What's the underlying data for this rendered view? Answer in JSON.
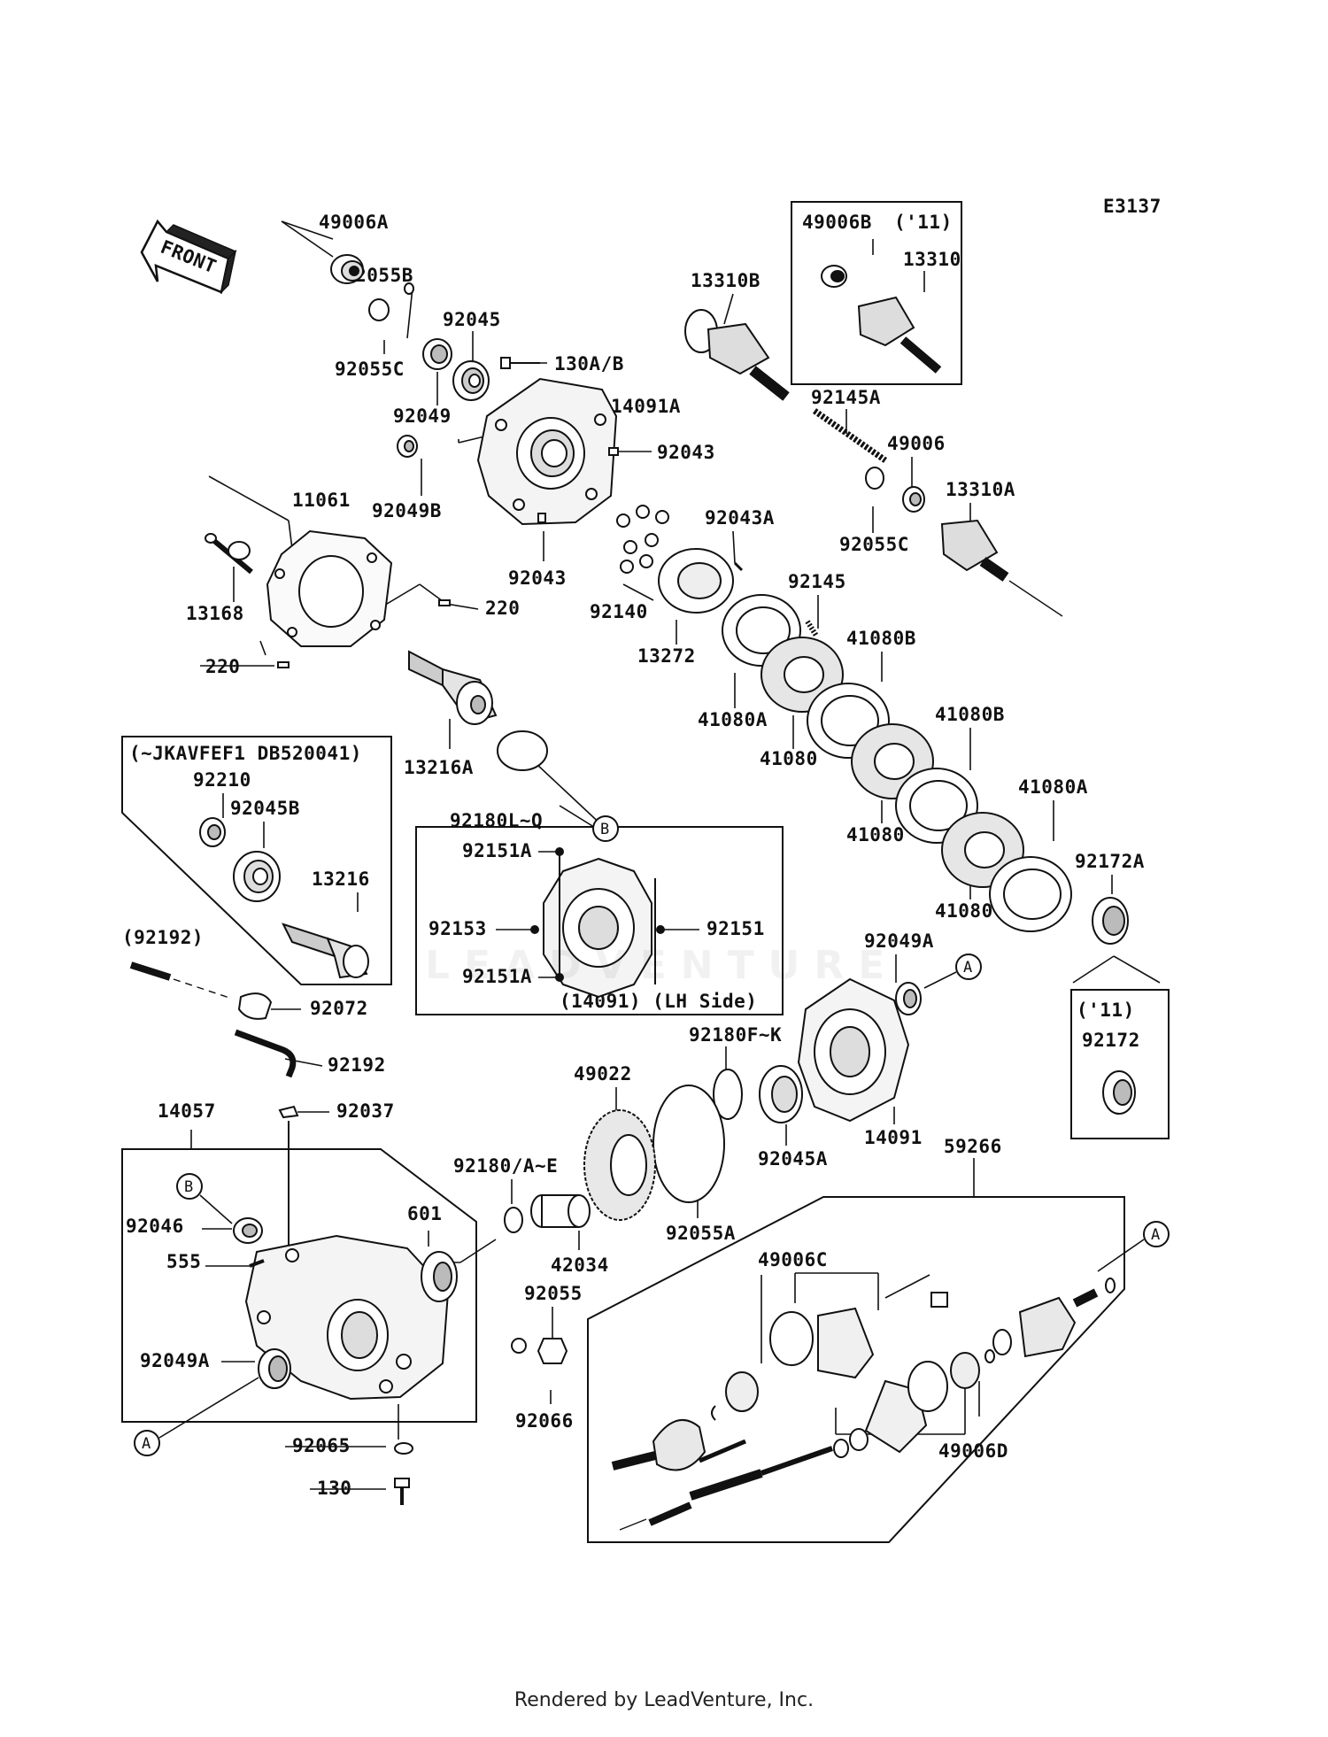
{
  "diagram_id": "E3137",
  "front_label": "FRONT",
  "footer": "Rendered by LeadVenture, Inc.",
  "watermark": "LEADVENTURE",
  "callouts": {
    "A": "A",
    "B": "B"
  },
  "boxes": {
    "serial_box_title": "(~JKAVFEF1 DB520041)",
    "lh_side_caption": "(14091) (LH Side)",
    "top_right_note": "('11)",
    "right_note": "('11)"
  },
  "parts": {
    "p49006A": "49006A",
    "p92055B": "92055B",
    "p92045": "92045",
    "p130AB": "130A/B",
    "p92055C_a": "92055C",
    "p92049": "92049",
    "p14091A": "14091A",
    "p92043_a": "92043",
    "p92049B": "92049B",
    "p92043_b": "92043",
    "p11061": "11061",
    "p13168": "13168",
    "p220_a": "220",
    "p220_b": "220",
    "p13216A": "13216A",
    "p92180LQ": "92180L~Q",
    "p92210": "92210",
    "p92045B": "92045B",
    "p13216": "13216",
    "p92192_paren": "(92192)",
    "p92072": "92072",
    "p92192": "92192",
    "p92037": "92037",
    "p14057": "14057",
    "p92046": "92046",
    "p555": "555",
    "p601": "601",
    "p92049A_a": "92049A",
    "p92065": "92065",
    "p130": "130",
    "p49006B": "49006B",
    "p13310": "13310",
    "p13310B": "13310B",
    "p92145A": "92145A",
    "p49006": "49006",
    "p13310A": "13310A",
    "p92055C_b": "92055C",
    "p92043A": "92043A",
    "p92140": "92140",
    "p92145": "92145",
    "p13272": "13272",
    "p41080B_a": "41080B",
    "p41080A_a": "41080A",
    "p41080_a": "41080",
    "p41080B_b": "41080B",
    "p41080_b": "41080",
    "p41080A_b": "41080A",
    "p92172A": "92172A",
    "p41080_c": "41080",
    "p92151A_a": "92151A",
    "p92153": "92153",
    "p92151": "92151",
    "p92151A_b": "92151A",
    "p92049A_b": "92049A",
    "p92180FK": "92180F~K",
    "p49022": "49022",
    "p14091": "14091",
    "p92045A": "92045A",
    "p92180AE": "92180/A~E",
    "p42034": "42034",
    "p92055A": "92055A",
    "p92055": "92055",
    "p92066": "92066",
    "p59266": "59266",
    "p49006C": "49006C",
    "p49006D": "49006D",
    "p92172": "92172"
  }
}
